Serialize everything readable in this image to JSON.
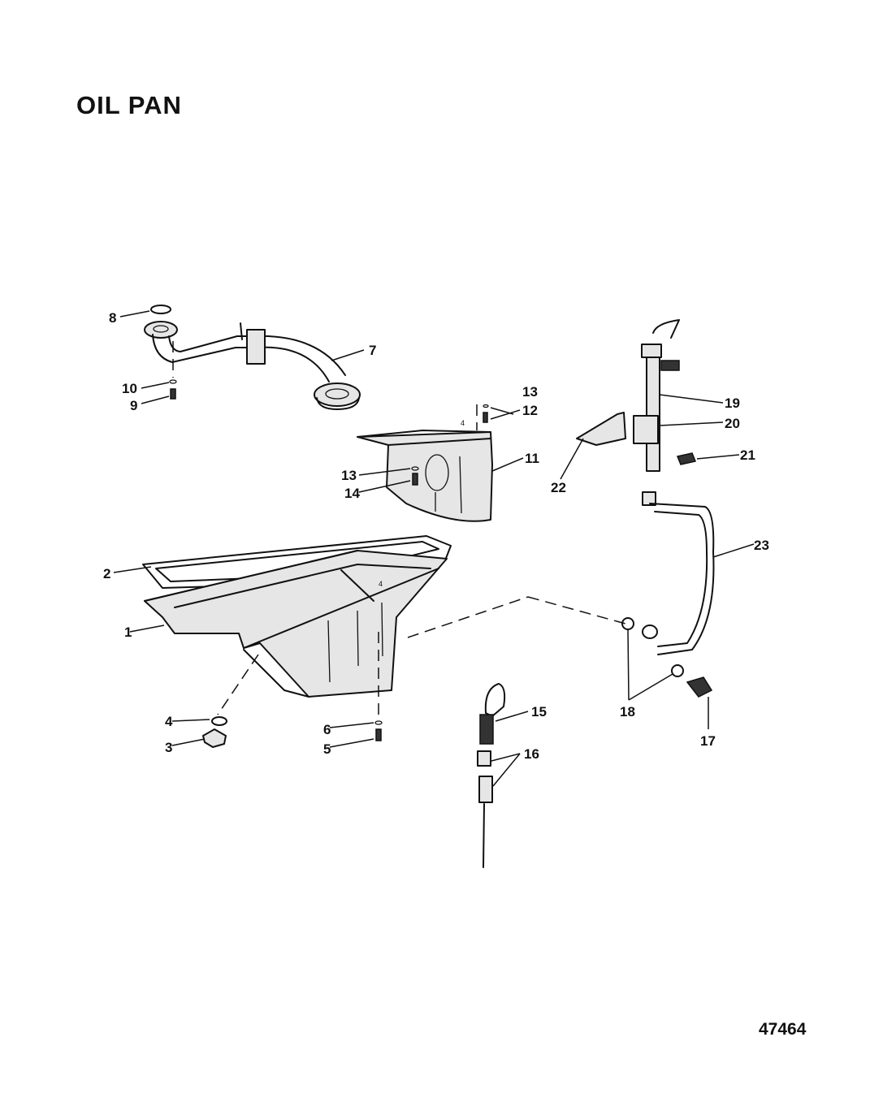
{
  "title": "OIL PAN",
  "figure_number": "47464",
  "callouts": [
    "1",
    "2",
    "3",
    "4",
    "5",
    "6",
    "7",
    "8",
    "9",
    "10",
    "11",
    "12",
    "13",
    "13",
    "14",
    "15",
    "16",
    "17",
    "18",
    "19",
    "20",
    "21",
    "22",
    "23"
  ],
  "minor_marks": [
    "4",
    "4"
  ]
}
